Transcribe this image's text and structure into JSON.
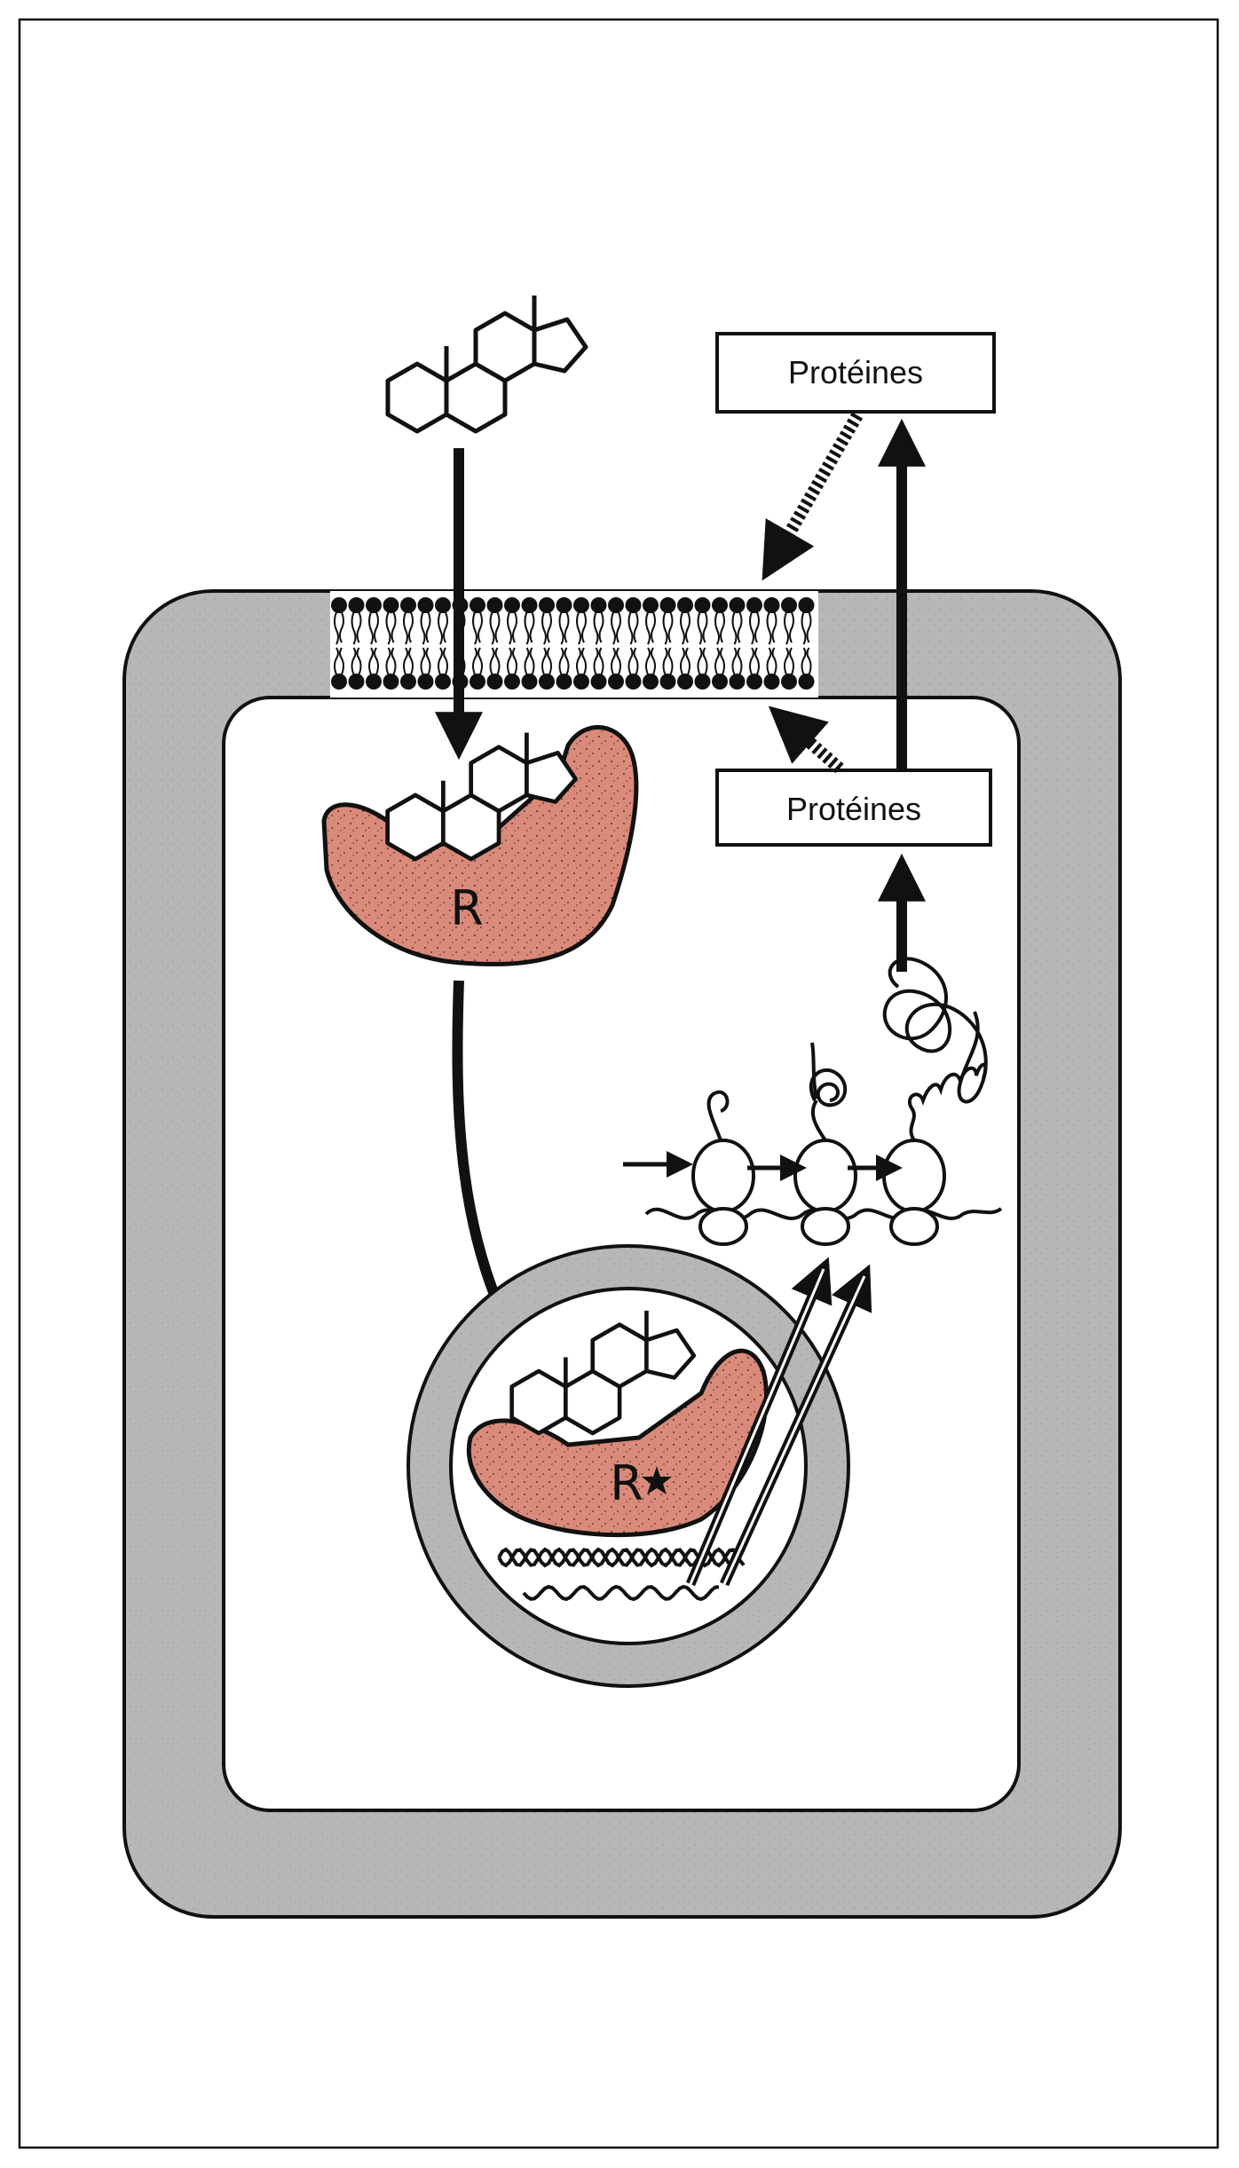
{
  "labels": {
    "proteins_secreted": "Protéines",
    "proteins_intracellular": "Protéines",
    "receptor": "R",
    "receptor_active": "R"
  },
  "icons": [
    "steroid-molecule-icon",
    "star-icon"
  ],
  "colors": {
    "receptor": "#d98a7a",
    "cell_wall": "#b7b7b5",
    "outline": "#111111",
    "background": "#ffffff"
  }
}
